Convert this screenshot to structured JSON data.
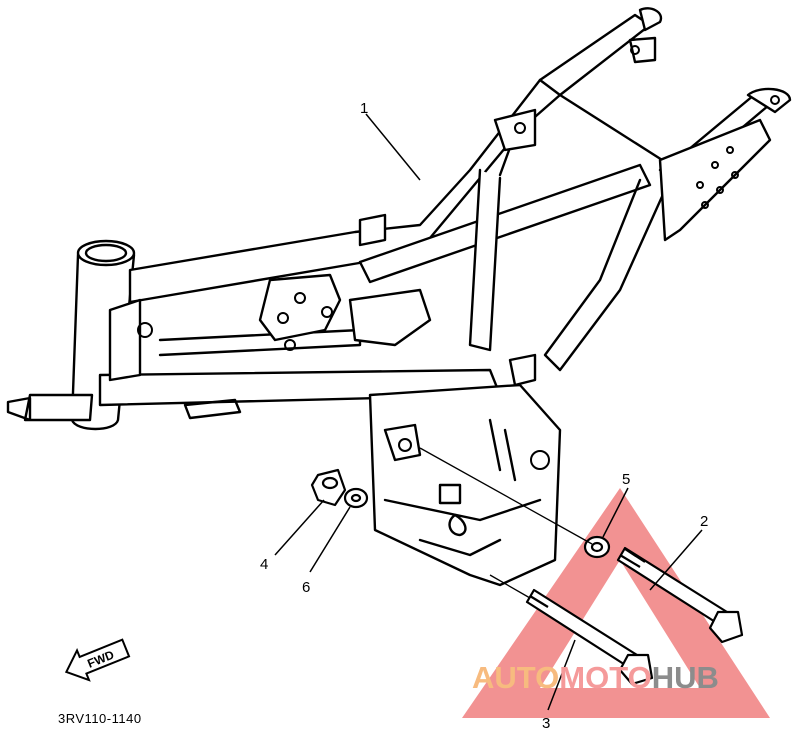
{
  "callouts": {
    "frame": "1",
    "bolt_long": "2",
    "bolt_lower": "3",
    "nut": "4",
    "collar": "5",
    "washer": "6"
  },
  "fwd_label": "FWD",
  "drawing_code": "3RV110-1140",
  "watermark": {
    "part_auto": "AUTO",
    "part_moto": "MOTO",
    "part_hub": "HUB",
    "colors": {
      "auto": "#f7bb7f",
      "moto": "#f59a9a",
      "hub": "#8c8c8c",
      "triangle": "#f07f7f"
    }
  }
}
